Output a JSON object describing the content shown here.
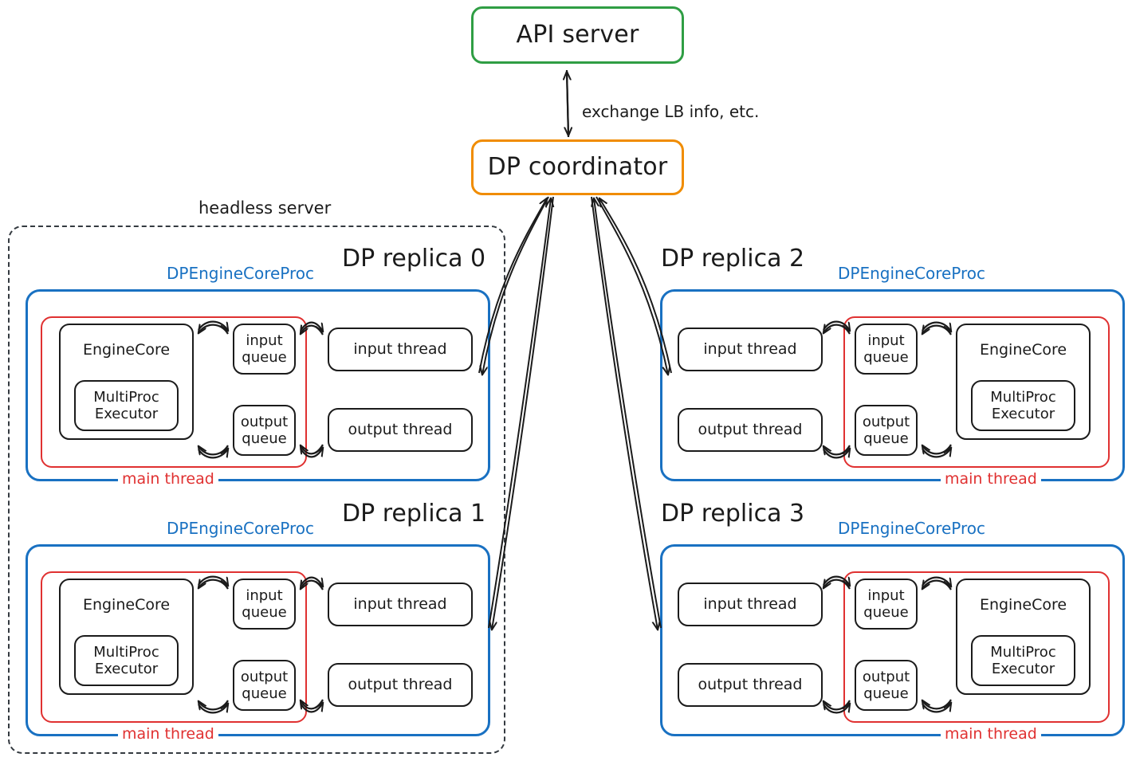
{
  "diagram": {
    "title_nodes": {
      "api_server": "API server",
      "dp_coordinator": "DP coordinator"
    },
    "edge_labels": {
      "coordinator_to_api": "exchange LB info, etc."
    },
    "group_labels": {
      "headless_server": "headless server",
      "proc": "DPEngineCoreProc",
      "main_thread": "main thread"
    },
    "colors": {
      "api_server_border": "#2f9e44",
      "coordinator_border": "#f08c00",
      "proc_border": "#1971c2",
      "main_thread_border": "#e03131",
      "node_border": "#1b1b1b",
      "headless_border": "#343a40",
      "background": "#ffffff"
    },
    "block_labels": {
      "engine_core": "EngineCore",
      "multiproc_executor_line1": "MultiProc",
      "multiproc_executor_line2": "Executor",
      "input_queue_line1": "input",
      "input_queue_line2": "queue",
      "output_queue_line1": "output",
      "output_queue_line2": "queue",
      "input_thread": "input thread",
      "output_thread": "output thread"
    },
    "replicas": [
      {
        "id": "replica-0",
        "title": "DP replica 0",
        "side": "left",
        "inside_headless": true
      },
      {
        "id": "replica-1",
        "title": "DP replica 1",
        "side": "left",
        "inside_headless": true
      },
      {
        "id": "replica-2",
        "title": "DP replica 2",
        "side": "right",
        "inside_headless": false
      },
      {
        "id": "replica-3",
        "title": "DP replica 3",
        "side": "right",
        "inside_headless": false
      }
    ]
  }
}
